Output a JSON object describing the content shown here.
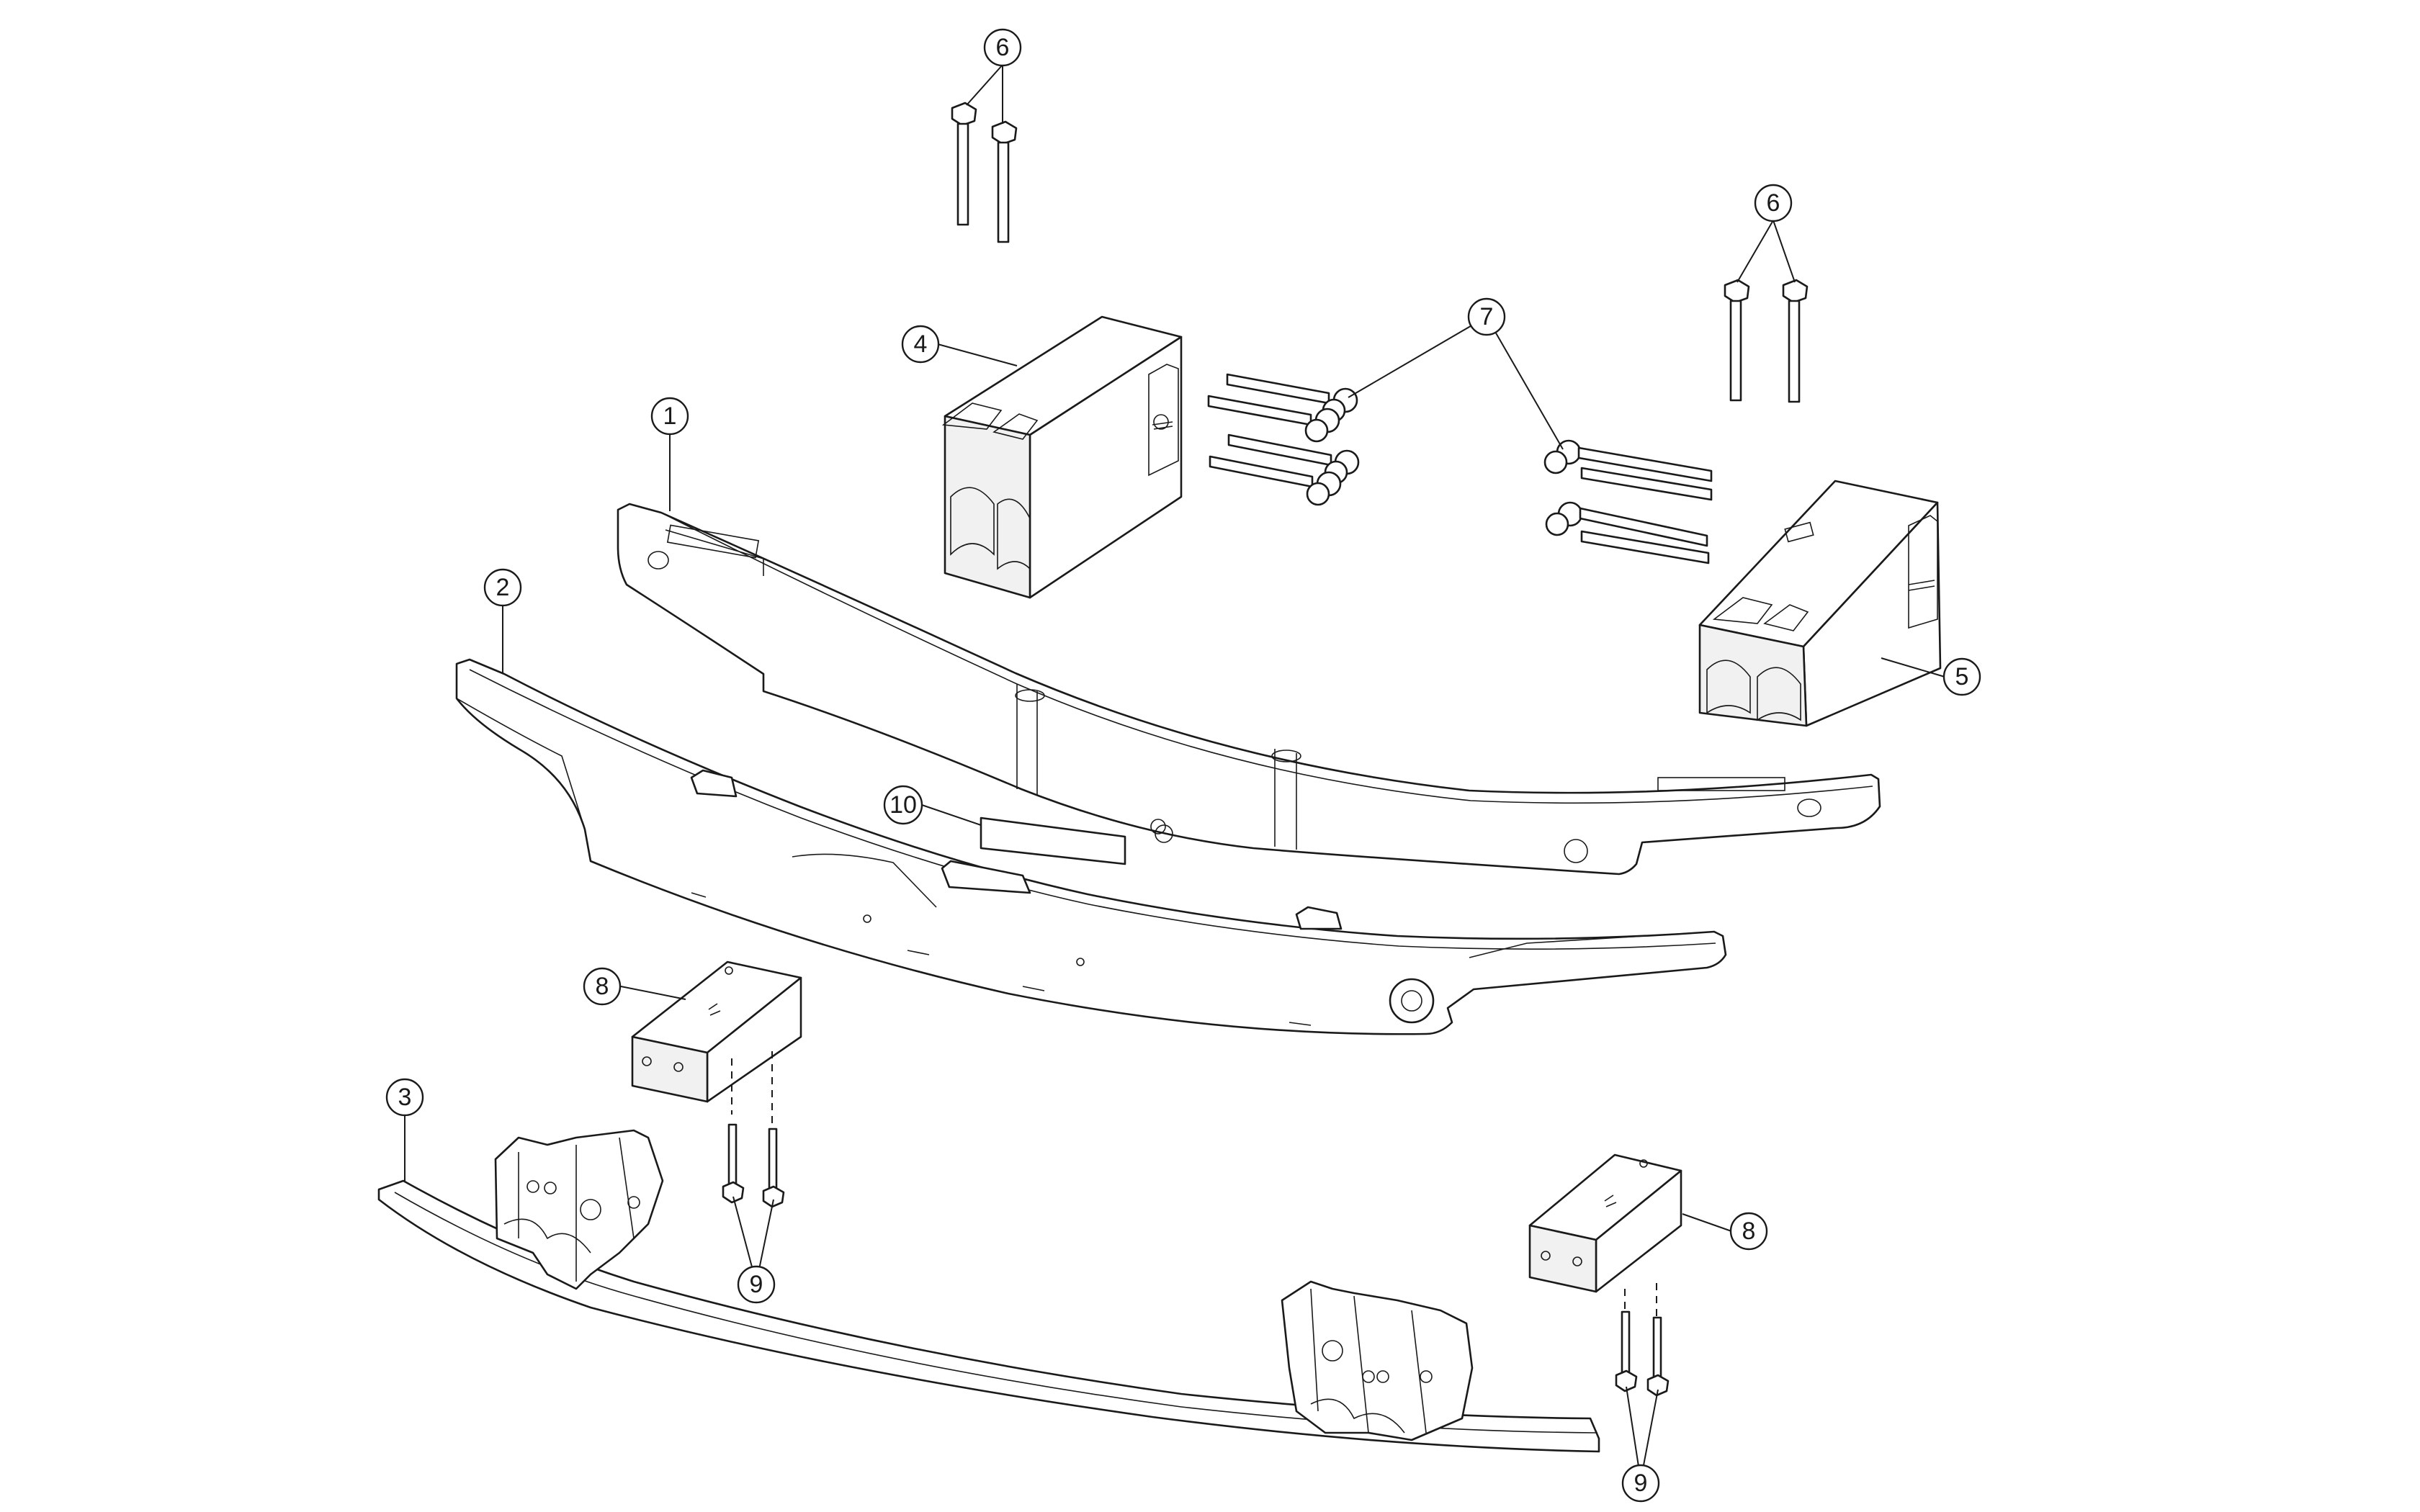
{
  "diagram": {
    "callouts": [
      {
        "id": "c1",
        "label": "1"
      },
      {
        "id": "c2",
        "label": "2"
      },
      {
        "id": "c3",
        "label": "3"
      },
      {
        "id": "c4",
        "label": "4"
      },
      {
        "id": "c5",
        "label": "5"
      },
      {
        "id": "c6a",
        "label": "6"
      },
      {
        "id": "c6b",
        "label": "6"
      },
      {
        "id": "c7",
        "label": "7"
      },
      {
        "id": "c8a",
        "label": "8"
      },
      {
        "id": "c8b",
        "label": "8"
      },
      {
        "id": "c9a",
        "label": "9"
      },
      {
        "id": "c9b",
        "label": "9"
      },
      {
        "id": "c10",
        "label": "10"
      }
    ]
  },
  "colors": {
    "line": "#1a1a1a",
    "background": "#ffffff"
  }
}
